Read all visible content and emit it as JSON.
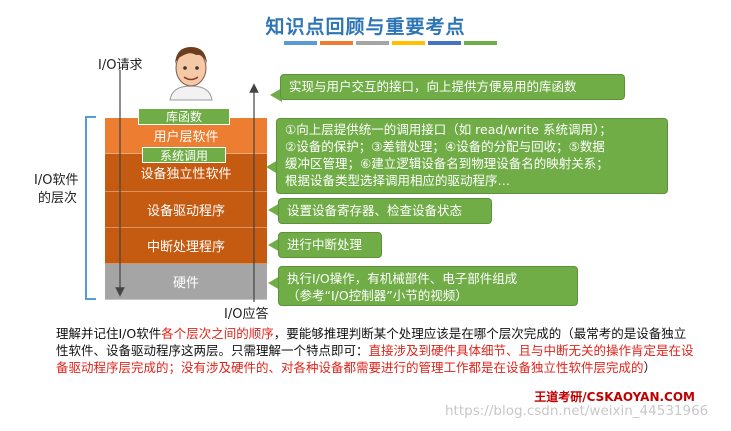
{
  "title": "知识点回顾与重要考点",
  "title_stripe_colors": [
    "#5b9bd5",
    "#ed7d31",
    "#a5a5a5",
    "#ffc000",
    "#4472c4",
    "#70ad47"
  ],
  "labels": {
    "io_request": "I/O请求",
    "io_response": "I/O应答",
    "io_layers_line1": "I/O软件",
    "io_layers_line2": "的层次"
  },
  "tags": {
    "library": "库函数",
    "syscall": "系统调用"
  },
  "layers": [
    {
      "name": "用户层软件",
      "color": "#ed7d31"
    },
    {
      "name": "设备独立性软件",
      "color": "#c55a11"
    },
    {
      "name": "设备驱动程序",
      "color": "#c55a11"
    },
    {
      "name": "中断处理程序",
      "color": "#c55a11"
    },
    {
      "name": "硬件",
      "color": "#a5a5a5"
    }
  ],
  "callouts": {
    "user_layer": "实现与用户交互的接口，向上提供方便易用的库函数",
    "independent_line1": "①向上层提供统一的调用接口（如 read/write 系统调用）；",
    "independent_line2": "②设备的保护；③差错处理；④设备的分配与回收；⑤数据",
    "independent_line3": "缓冲区管理；⑥建立逻辑设备名到物理设备名的映射关系；",
    "independent_line4": "根据设备类型选择调用相应的驱动程序…",
    "driver": "设置设备寄存器、检查设备状态",
    "interrupt": "进行中断处理",
    "hardware_line1": "执行I/O操作，有机械部件、电子部件组成",
    "hardware_line2": "（参考“I/O控制器”小节的视频）"
  },
  "paragraph": {
    "p1": "理解并记住I/O软件",
    "p2_red": "各个层次之间的顺序",
    "p3": "，要能够推理判断某个处理应该是在哪个层次完成的（最常考的是设备独立性软件、设备驱动程序这两层。只需理解一个特点即可：",
    "p4_red": "直接涉及到硬件具体细节、且与中断无关的操作肯定是在设备驱动程序层完成的；没有涉及硬件的、对各种设备都需要进行的管理工作都是在设备独立性软件层完成的",
    "p5": "）"
  },
  "footer": "王道考研/CSKAOYAN.COM",
  "watermark": "https://blog.csdn.net/weixin_44531966"
}
